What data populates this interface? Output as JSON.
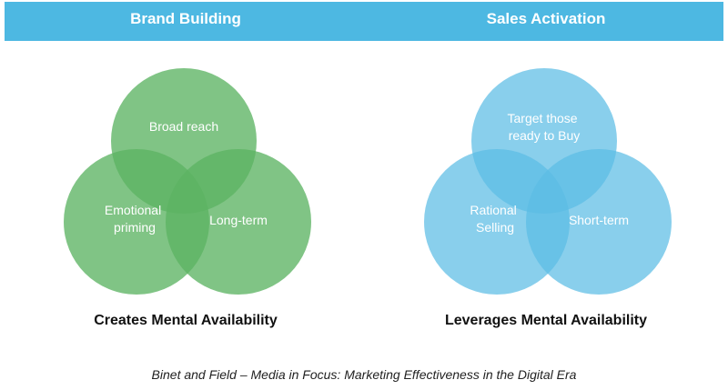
{
  "header": {
    "left_title": "Brand Building",
    "right_title": "Sales Activation",
    "color": "#4db8e2"
  },
  "left_venn": {
    "color": "#5cb363",
    "circles": {
      "top": [
        "Broad reach"
      ],
      "left": [
        "Emotional",
        "priming"
      ],
      "right": [
        "Long-term"
      ]
    },
    "subtitle": "Creates Mental Availability"
  },
  "right_venn": {
    "color": "#5bbde4",
    "circles": {
      "top": [
        "Target those",
        "ready to Buy"
      ],
      "left": [
        "Rational",
        "Selling"
      ],
      "right": [
        "Short-term"
      ]
    },
    "subtitle": "Leverages Mental Availability"
  },
  "caption": "Binet and Field – Media in Focus: Marketing Effectiveness in the Digital Era"
}
